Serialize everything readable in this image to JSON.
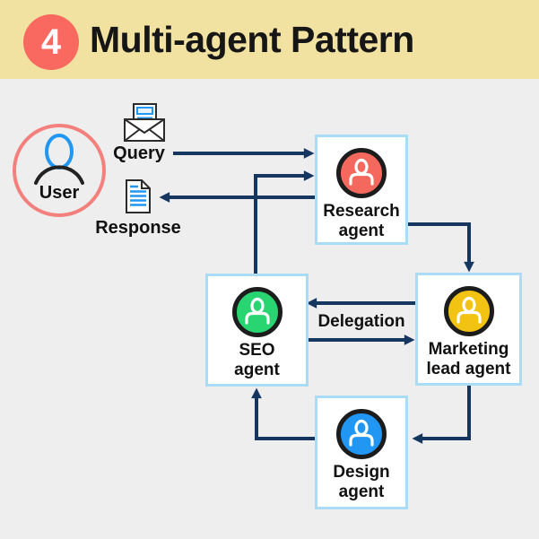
{
  "header": {
    "badge": "4",
    "title": "Multi-agent Pattern"
  },
  "diagram": {
    "user_label": "User",
    "query_label": "Query",
    "response_label": "Response",
    "delegation_label": "Delegation",
    "agents": [
      {
        "id": "research",
        "line1": "Research",
        "line2": "agent",
        "color": "#f5685e"
      },
      {
        "id": "seo",
        "line1": "SEO",
        "line2": "agent",
        "color": "#29d570"
      },
      {
        "id": "marketing",
        "line1": "Marketing",
        "line2": "lead agent",
        "color": "#f2c313"
      },
      {
        "id": "design",
        "line1": "Design",
        "line2": "agent",
        "color": "#2196f3"
      }
    ]
  },
  "colors": {
    "header_bg": "#f2e2a2",
    "badge_red": "#f9695f",
    "canvas_bg": "#eeeeee",
    "arrow_navy": "#14365f",
    "box_border_blue": "#aadcf5",
    "user_circle_border": "#f4807d",
    "icon_accent_blue": "#2196f3",
    "avatar_ring_black": "#1c1c1c"
  }
}
